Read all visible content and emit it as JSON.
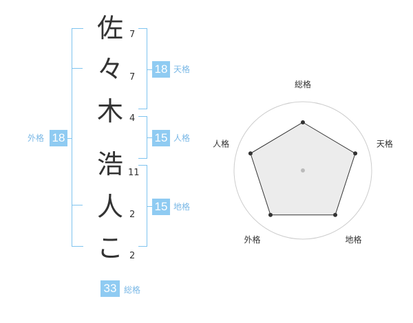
{
  "name": {
    "chars": [
      "佐",
      "々",
      "木",
      "浩",
      "人",
      "こ"
    ],
    "strokes": [
      "7",
      "7",
      "4",
      "11",
      "2",
      "2"
    ]
  },
  "kaku": {
    "tenkaku": {
      "label": "天格",
      "value": "18"
    },
    "jinkaku": {
      "label": "人格",
      "value": "15"
    },
    "chikaku": {
      "label": "地格",
      "value": "15"
    },
    "gaikaku": {
      "label": "外格",
      "value": "18"
    },
    "soukaku": {
      "label": "総格",
      "value": "33"
    }
  },
  "chart_data": {
    "type": "radar",
    "axes": [
      "総格",
      "天格",
      "地格",
      "外格",
      "人格"
    ],
    "values": [
      0.7,
      0.8,
      0.8,
      0.8,
      0.8
    ],
    "rmax": 1,
    "rings": 4,
    "colors": {
      "fill": "#e6e6e6",
      "stroke": "#333333",
      "grid": "#cccccc",
      "center": "#bbbbbb"
    }
  }
}
